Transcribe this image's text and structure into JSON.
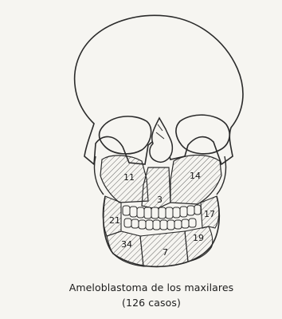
{
  "figure": {
    "caption_title": "Ameloblastoma de los maxilares",
    "caption_subtitle": "(126 casos)",
    "regions": [
      {
        "id": "right-maxilla",
        "value": "11"
      },
      {
        "id": "left-maxilla",
        "value": "14"
      },
      {
        "id": "anterior-maxilla",
        "value": "3"
      },
      {
        "id": "right-ramus",
        "value": "21"
      },
      {
        "id": "left-ramus",
        "value": "17"
      },
      {
        "id": "right-mandible-body",
        "value": "34"
      },
      {
        "id": "left-mandible-body",
        "value": "19"
      },
      {
        "id": "symphysis",
        "value": "7"
      }
    ],
    "colors": {
      "ink": "#2a2a2a",
      "paper": "#f6f5f1"
    }
  }
}
